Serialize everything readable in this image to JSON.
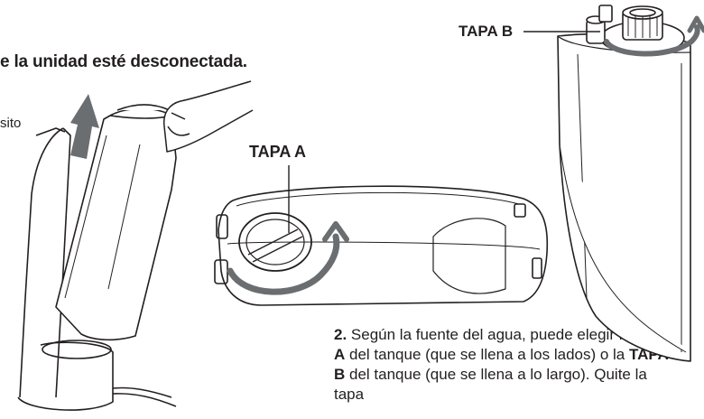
{
  "header": {
    "warning_text": "e la unidad esté desconectada.",
    "left_fragment": "sito"
  },
  "labels": {
    "tapa_a": "TAPA A",
    "tapa_b": "TAPA B"
  },
  "instruction": {
    "number": "2.",
    "part1": " Según la fuente del agua, puede elegir la ",
    "tapa_a": "TAPA A",
    "part2": " del tanque (que se llena a los lados) o la ",
    "tapa_b": "TAPA B",
    "part3": " del tanque (que se llena a lo largo). Quite la tapa"
  }
}
